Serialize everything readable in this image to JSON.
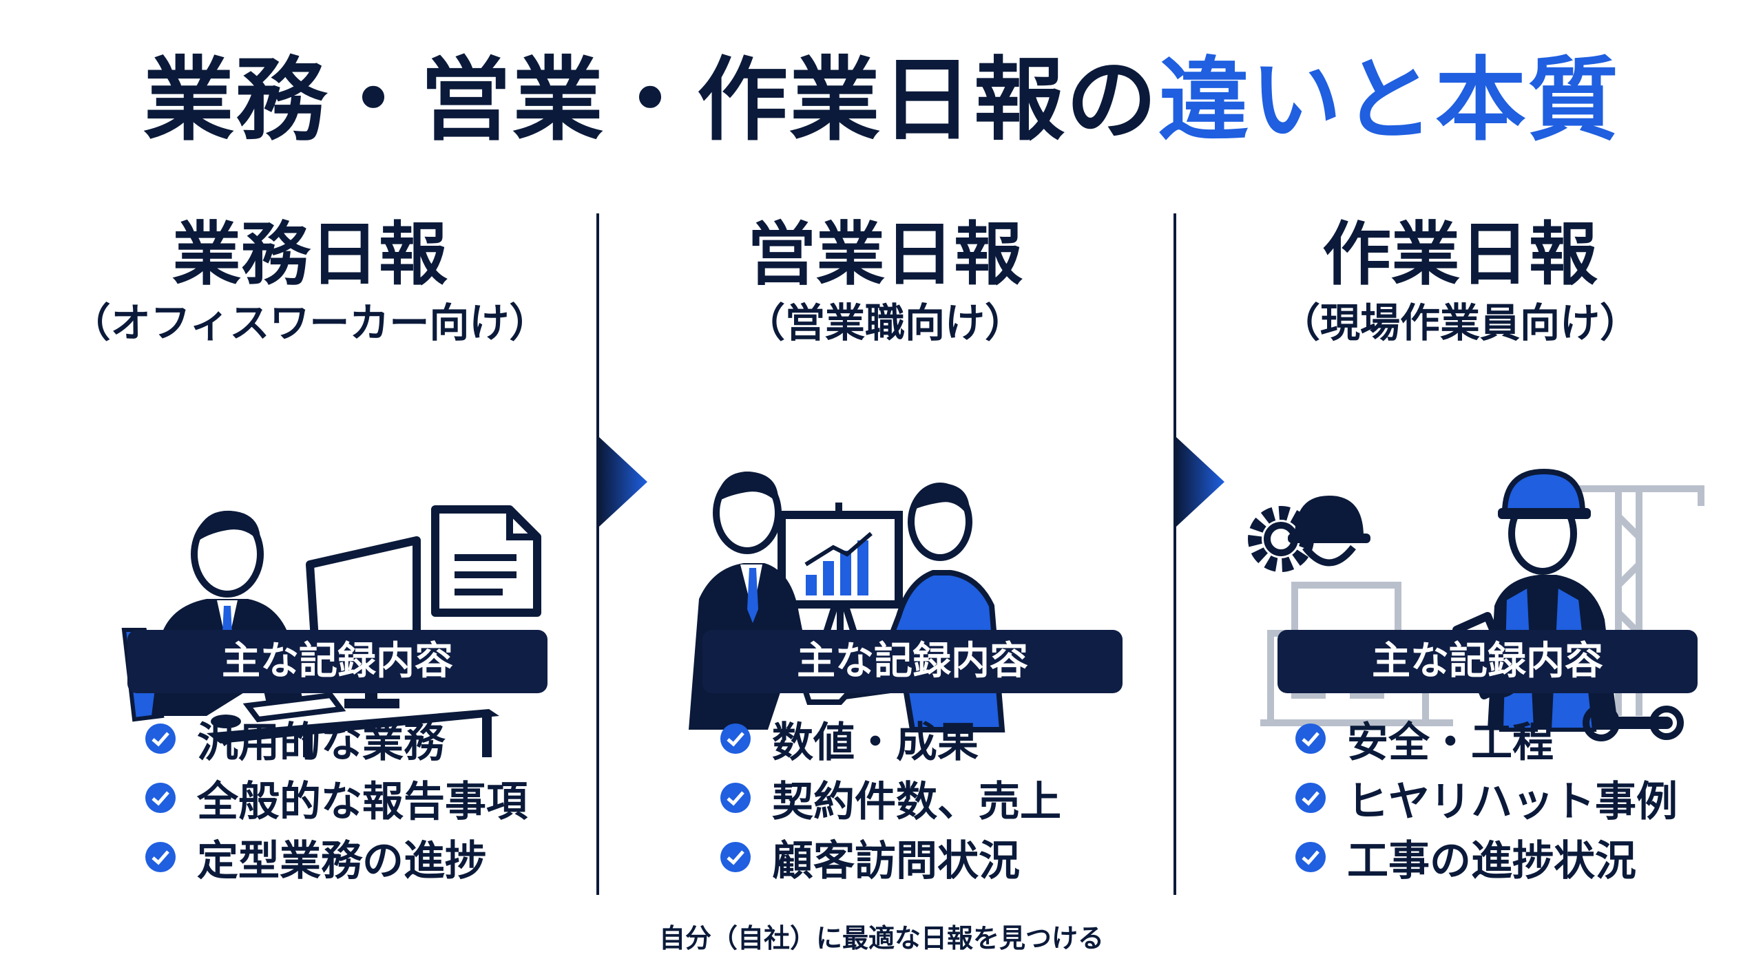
{
  "title": {
    "part1": "業務・営業・作業日報の",
    "part2": "違いと本質"
  },
  "columns": [
    {
      "title": "業務日報",
      "subtitle": "（オフィスワーカー向け）",
      "pill": "主な記録内容",
      "items": [
        "汎用的な業務",
        "全般的な報告事項",
        "定型業務の進捗"
      ]
    },
    {
      "title": "営業日報",
      "subtitle": "（営業職向け）",
      "pill": "主な記録内容",
      "items": [
        "数値・成果",
        "契約件数、売上",
        "顧客訪問状況"
      ]
    },
    {
      "title": "作業日報",
      "subtitle": "（現場作業員向け）",
      "pill": "主な記録内容",
      "items": [
        "安全・工程",
        "ヒヤリハット事例",
        "工事の進捗状況"
      ]
    }
  ],
  "footer": "自分（自社）に最適な日報を見つける",
  "colors": {
    "navy": "#0b1a3a",
    "blue": "#1f5fe0",
    "pill": "#0f1e45",
    "gray": "#b9c0cc"
  }
}
